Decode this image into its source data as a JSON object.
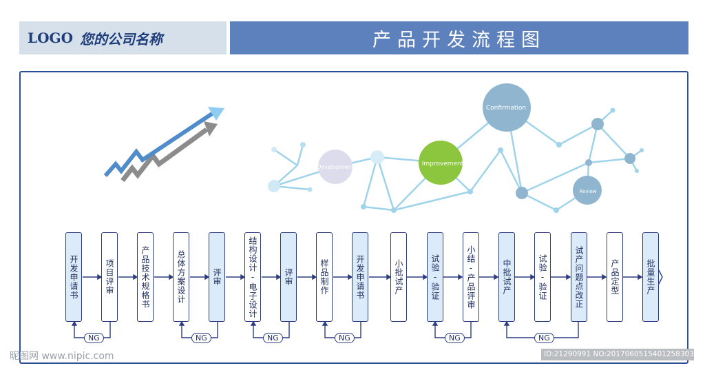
{
  "header": {
    "logo": "LOGO",
    "company": "您的公司名称",
    "title": "产品开发流程图"
  },
  "network": {
    "development": "Development",
    "improvement": "Improvement",
    "confirmation": "Confirmation",
    "review": "Review"
  },
  "steps": [
    {
      "label": "开发申请书",
      "style": "tinted"
    },
    {
      "label": "项目评审",
      "style": "plain"
    },
    {
      "label": "产品技术规格书",
      "style": "plain"
    },
    {
      "label": "总体方案设计",
      "style": "plain"
    },
    {
      "label": "评审",
      "style": "tinted"
    },
    {
      "label": "结构设计-电子设计",
      "style": "plain"
    },
    {
      "label": "评审",
      "style": "tinted"
    },
    {
      "label": "样品制作",
      "style": "plain"
    },
    {
      "label": "开发申请书",
      "style": "tinted"
    },
    {
      "label": "小批试产",
      "style": "plain"
    },
    {
      "label": "试验-验证",
      "style": "tinted"
    },
    {
      "label": "小结-产品评审",
      "style": "plain"
    },
    {
      "label": "中批试产",
      "style": "tinted"
    },
    {
      "label": "试验-验证",
      "style": "plain"
    },
    {
      "label": "试产问题点改正",
      "style": "tinted"
    },
    {
      "label": "产品定型",
      "style": "plain"
    },
    {
      "label": "批量生产",
      "style": "tinted"
    }
  ],
  "ng_label": "NG",
  "colors": {
    "header_bar": "#5c81bd",
    "logo_bg": "#d5e0ea",
    "frame": "#2c4f95",
    "step_border": "#2c3c80",
    "step_tint": "#dcebfa",
    "network_line": "#9ed3ea",
    "confirmation": "#8fb5cf",
    "improvement": "#8cc63f",
    "development": "#dcdcec"
  },
  "watermark": {
    "left": "昵图网 www.nipic.com",
    "right": "ID:21290991 NO:20170605154012583035"
  }
}
